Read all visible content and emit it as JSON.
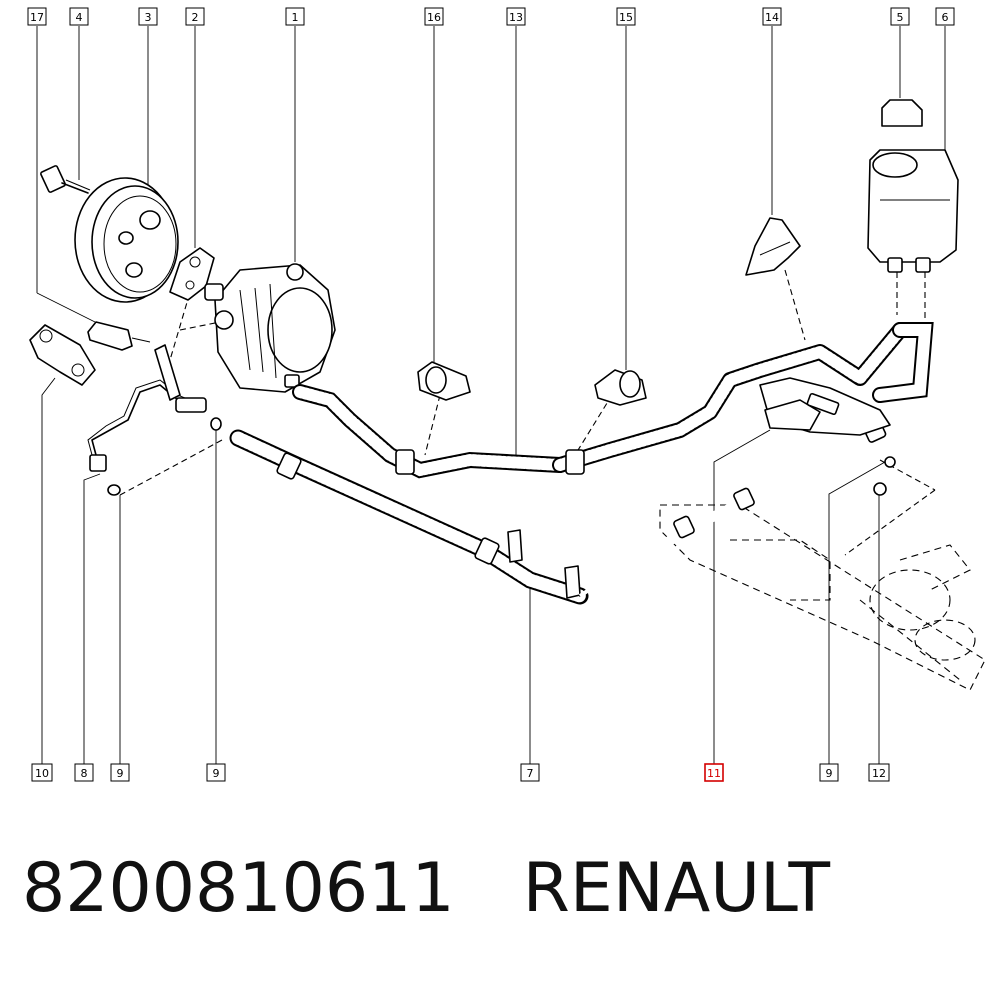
{
  "footer": {
    "part_number": "8200810611",
    "brand": "RENAULT"
  },
  "callouts_top": [
    "17",
    "4",
    "3",
    "2",
    "1",
    "16",
    "13",
    "15",
    "14",
    "5",
    "6"
  ],
  "callouts_bottom": [
    "10",
    "8",
    "9",
    "9",
    "7",
    "11",
    "9",
    "12"
  ],
  "highlighted_callout": "11",
  "colors": {
    "highlight": "#d40000",
    "line": "#000000",
    "background": "#ffffff"
  }
}
